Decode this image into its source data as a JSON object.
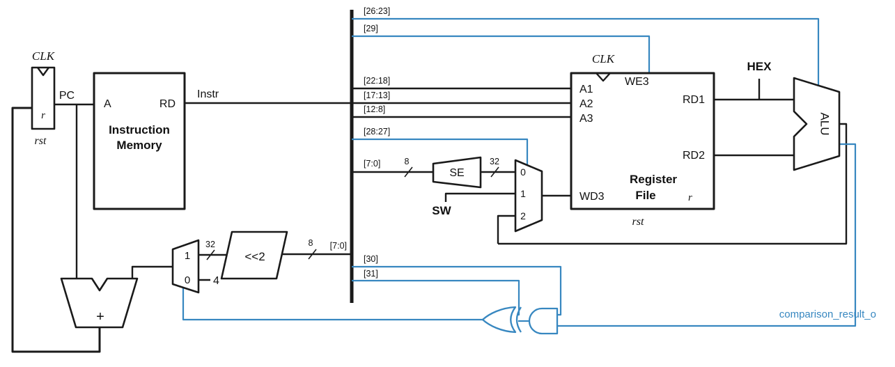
{
  "colors": {
    "wire": "#1a1a1a",
    "control_wire": "#3787c0",
    "background": "#ffffff"
  },
  "pc_register": {
    "clk": "CLK",
    "r": "r",
    "rst": "rst",
    "pc": "PC"
  },
  "instruction_memory": {
    "a": "A",
    "rd": "RD",
    "name1": "Instruction",
    "name2": "Memory",
    "instr": "Instr"
  },
  "bus": {
    "b26_23": "[26:23]",
    "b29": "[29]",
    "b22_18": "[22:18]",
    "b17_13": "[17:13]",
    "b12_8": "[12:8]",
    "b28_27": "[28:27]",
    "b7_0_top": "[7:0]",
    "b7_0_bottom": "[7:0]",
    "b30": "[30]",
    "b31": "[31]"
  },
  "sign_extend": {
    "label": "SE",
    "in_width": "8",
    "out_width": "32"
  },
  "sw": {
    "label": "SW"
  },
  "wd3_mux": {
    "in0": "0",
    "in1": "1",
    "in2": "2"
  },
  "register_file": {
    "a1": "A1",
    "a2": "A2",
    "a3": "A3",
    "we3": "WE3",
    "rd1": "RD1",
    "rd2": "RD2",
    "wd3": "WD3",
    "name1": "Register",
    "name2": "File",
    "r": "r",
    "clk": "CLK",
    "rst": "rst"
  },
  "hex": {
    "label": "HEX"
  },
  "alu": {
    "label": "ALU"
  },
  "shifter": {
    "label": "<<2",
    "in_width": "8",
    "out_width": "32"
  },
  "pc_mux": {
    "in1": "1",
    "in0": "0",
    "const": "4"
  },
  "adder": {
    "label": "+"
  },
  "branch_logic": {
    "result_label": "comparison_result_o"
  }
}
